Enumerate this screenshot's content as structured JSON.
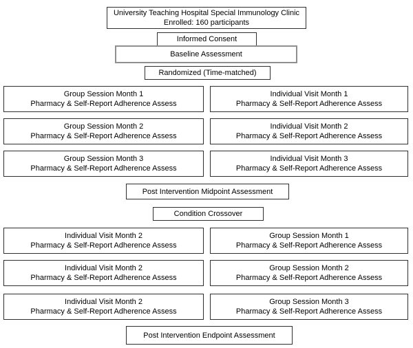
{
  "colors": {
    "background": "#ffffff",
    "box_border": "#2e2e2e",
    "baseline_box_border": "#8f8f8f",
    "text": "#000000"
  },
  "header": {
    "line1": "University Teaching Hospital Special Immunology Clinic",
    "line2": "Enrolled: 160 participants"
  },
  "steps": {
    "consent": "Informed Consent",
    "baseline": "Baseline Assessment",
    "randomized": "Randomized (Time-matched)"
  },
  "phase1": {
    "left": [
      {
        "title": "Group Session Month 1",
        "subtitle": "Pharmacy & Self-Report Adherence Assess"
      },
      {
        "title": "Group Session Month 2",
        "subtitle": "Pharmacy & Self-Report Adherence Assess"
      },
      {
        "title": "Group Session Month 3",
        "subtitle": "Pharmacy & Self-Report Adherence Assess"
      }
    ],
    "right": [
      {
        "title": "Individual Visit Month 1",
        "subtitle": "Pharmacy & Self-Report Adherence Assess"
      },
      {
        "title": "Individual Visit Month 2",
        "subtitle": "Pharmacy & Self-Report Adherence Assess"
      },
      {
        "title": "Individual Visit Month 3",
        "subtitle": "Pharmacy & Self-Report Adherence Assess"
      }
    ]
  },
  "midpoint": "Post Intervention Midpoint Assessment",
  "crossover": "Condition Crossover",
  "phase2": {
    "left": [
      {
        "title": "Individual Visit Month 2",
        "subtitle": "Pharmacy & Self-Report Adherence Assess"
      },
      {
        "title": "Individual Visit Month 2",
        "subtitle": "Pharmacy & Self-Report Adherence Assess"
      },
      {
        "title": "Individual Visit Month 2",
        "subtitle": "Pharmacy & Self-Report Adherence Assess"
      }
    ],
    "right": [
      {
        "title": "Group Session Month 1",
        "subtitle": "Pharmacy & Self-Report Adherence Assess"
      },
      {
        "title": "Group Session Month 2",
        "subtitle": "Pharmacy & Self-Report Adherence Assess"
      },
      {
        "title": "Group Session Month 3",
        "subtitle": "Pharmacy & Self-Report Adherence Assess"
      }
    ]
  },
  "endpoint": "Post Intervention Endpoint Assessment"
}
